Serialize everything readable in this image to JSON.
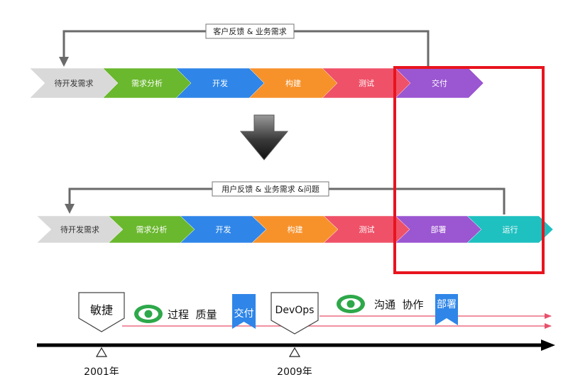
{
  "top_flow": {
    "feedback_label": "客户反馈 & 业务需求",
    "stages": [
      {
        "label": "待开发需求",
        "color": "#d9d9d9",
        "text_color": "#333333"
      },
      {
        "label": "需求分析",
        "color": "#6ab82e",
        "text_color": "#ffffff"
      },
      {
        "label": "开发",
        "color": "#2f86e8",
        "text_color": "#ffffff"
      },
      {
        "label": "构建",
        "color": "#f7922b",
        "text_color": "#ffffff"
      },
      {
        "label": "测试",
        "color": "#ef5168",
        "text_color": "#ffffff"
      },
      {
        "label": "交付",
        "color": "#9b56d1",
        "text_color": "#ffffff"
      }
    ]
  },
  "bottom_flow": {
    "feedback_label": "用户反馈 & 业务需求 &问题",
    "stages": [
      {
        "label": "待开发需求",
        "color": "#d9d9d9",
        "text_color": "#333333"
      },
      {
        "label": "需求分析",
        "color": "#6ab82e",
        "text_color": "#ffffff"
      },
      {
        "label": "开发",
        "color": "#2f86e8",
        "text_color": "#ffffff"
      },
      {
        "label": "构建",
        "color": "#f7922b",
        "text_color": "#ffffff"
      },
      {
        "label": "测试",
        "color": "#ef5168",
        "text_color": "#ffffff"
      },
      {
        "label": "部署",
        "color": "#9b56d1",
        "text_color": "#ffffff"
      },
      {
        "label": "运行",
        "color": "#1fc0c0",
        "text_color": "#ffffff"
      }
    ]
  },
  "timeline": {
    "milestone_1": {
      "name": "敏捷",
      "year": "2001年",
      "focus": "过程  质量",
      "tag": "交付"
    },
    "milestone_2": {
      "name": "DevOps",
      "year": "2009年",
      "focus": "沟通  协作",
      "tag": "部署"
    }
  },
  "colors": {
    "highlight_box": "#e8141e",
    "tag_blue": "#2f86e8",
    "eye_green": "#2ea84a",
    "timeline_red": "#e8506a"
  },
  "icons": {
    "transition_arrow": "down-arrow-icon",
    "feedback_loop": "loop-arrow-icon",
    "focus_marker": "eye-icon"
  }
}
